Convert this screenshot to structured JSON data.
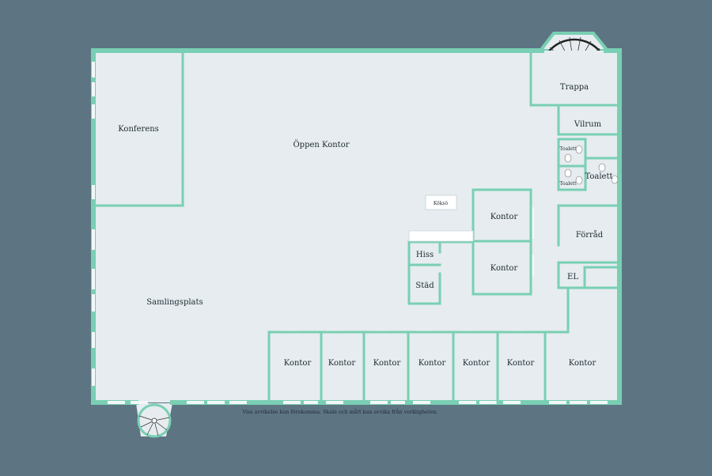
{
  "colors": {
    "background": "#5d7483",
    "floor": "#e6ecef",
    "wall": "#79cfb3",
    "window": "#f4f7f8",
    "stair_line": "#222222"
  },
  "rooms": {
    "konferens": "Konferens",
    "oppen_kontor": "Öppen Kontor",
    "samlingsplats": "Samlingsplats",
    "trappa": "Trappa",
    "vilrum": "Vilrum",
    "toalett_small_1": "Toalett",
    "toalett_small_2": "Toalett",
    "toalett": "Toalett",
    "koksö": "Köksö",
    "kontor_mid_upper": "Kontor",
    "kontor_mid_lower": "Kontor",
    "forrad": "Förråd",
    "el": "EL",
    "hiss": "Hiss",
    "stad": "Städ",
    "kontor_row": [
      "Kontor",
      "Kontor",
      "Kontor",
      "Kontor",
      "Kontor",
      "Kontor",
      "Kontor"
    ]
  },
  "disclaimer": "Viss avvikelse kan förekomma. Skala och mått kan avvika från verkligheten."
}
